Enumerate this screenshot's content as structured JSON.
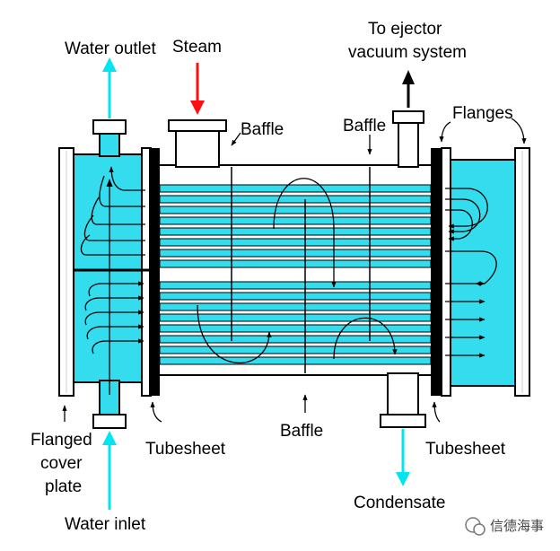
{
  "diagram": {
    "labels": {
      "water_outlet": "Water outlet",
      "steam": "Steam",
      "ejector_line1": "To ejector",
      "ejector_line2": "vacuum system",
      "baffle_top_left": "Baffle",
      "baffle_top_right": "Baffle",
      "flanges": "Flanges",
      "flanged_cover_plate_line1": "Flanged",
      "flanged_cover_plate_line2": "cover",
      "flanged_cover_plate_line3": "plate",
      "tubesheet_left": "Tubesheet",
      "baffle_bottom": "Baffle",
      "tubesheet_right": "Tubesheet",
      "condensate": "Condensate",
      "water_inlet": "Water inlet"
    },
    "watermark": "信德海事",
    "colors": {
      "water": "#33ddee",
      "water_light": "#b8f4fa",
      "steam_arrow": "#ff1010",
      "water_arrow": "#00e5f0",
      "outline": "#000000"
    }
  }
}
